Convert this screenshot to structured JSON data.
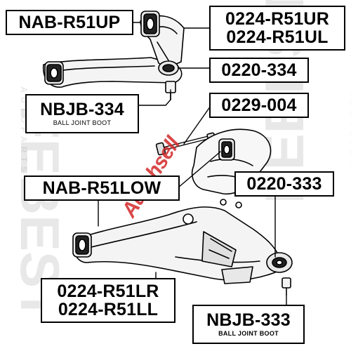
{
  "labels": {
    "nab_r51up": "NAB-R51UP",
    "upper_arm_right": "0224-R51UR",
    "upper_arm_left": "0224-R51UL",
    "bushing_334": "0220-334",
    "nbjb_334": "NBJB-334",
    "ball_joint_boot_upper": "BALL JOINT BOOT",
    "bolt_004": "0229-004",
    "nab_r51low": "NAB-R51LOW",
    "bushing_333": "0220-333",
    "lower_arm_right": "0224-R51LR",
    "lower_arm_left": "0224-R51LL",
    "nbjb_333": "NBJB-333",
    "ball_joint_boot_lower": "BALL JOINT BOOT"
  },
  "watermark": {
    "brand": "FEBEST",
    "tagline": "AUTOPARTS",
    "site_logo": "Autohsell"
  },
  "colors": {
    "outline": "#000000",
    "watermark": "#9a9a9a",
    "logo_accent": "#d22828"
  }
}
